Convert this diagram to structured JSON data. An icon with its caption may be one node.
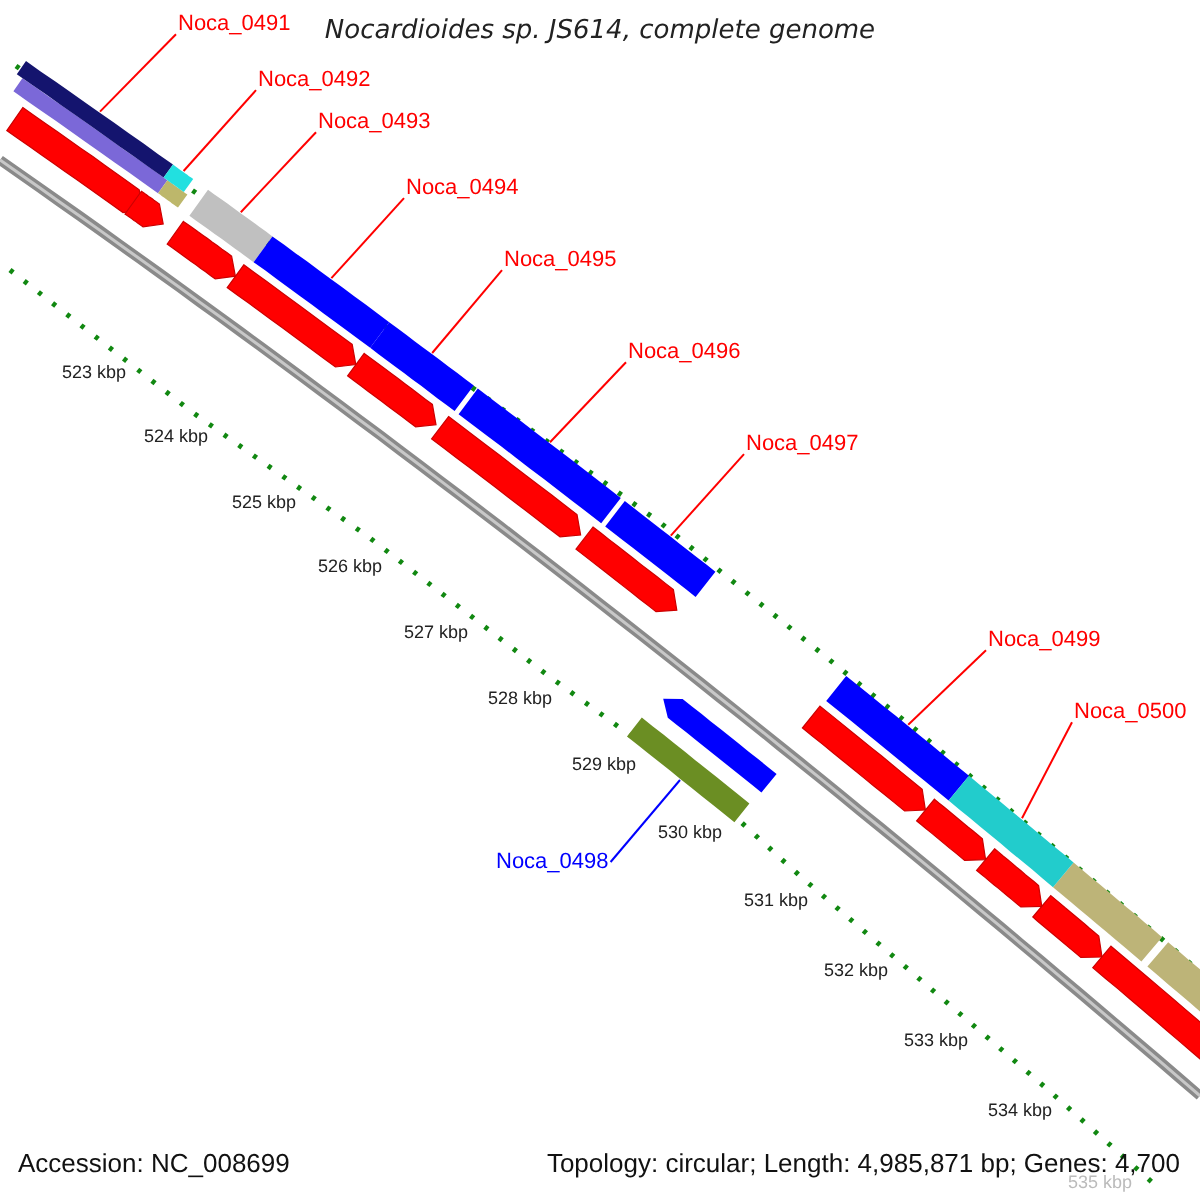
{
  "diagram": {
    "title": "Nocardioides sp. JS614, complete genome",
    "nodes": [
      {
        "text": [
          "Noca_0491"
        ]
      },
      {
        "text": [
          "Noca_0492"
        ]
      },
      {
        "text": [
          "Noca_0493"
        ]
      },
      {
        "text": [
          "Noca_0494"
        ]
      },
      {
        "text": [
          "Noca_0495"
        ]
      },
      {
        "text": [
          "Noca_0496"
        ]
      },
      {
        "text": [
          "Noca_0497"
        ]
      },
      {
        "text": [
          "Noca_0499"
        ]
      },
      {
        "text": [
          "Noca_0500"
        ]
      },
      {
        "text": [
          "Noca_0498"
        ]
      },
      {
        "text": [],
        "shape": "bar"
      },
      {
        "text": [],
        "shape": "bar"
      },
      {
        "text": [],
        "shape": "bar"
      },
      {
        "text": [],
        "shape": "bar"
      },
      {
        "text": [],
        "shape": "bar"
      },
      {
        "text": [],
        "shape": "bar"
      },
      {
        "text": [],
        "shape": "bar"
      },
      {
        "text": [],
        "shape": "bar"
      },
      {
        "text": [],
        "shape": "bar"
      },
      {
        "text": [],
        "shape": "bar"
      }
    ],
    "edges": [
      {
        "from": 0,
        "to": 10,
        "arrow": "none"
      },
      {
        "from": 1,
        "to": 11,
        "arrow": "none"
      },
      {
        "from": 2,
        "to": 12,
        "arrow": "none"
      },
      {
        "from": 3,
        "to": 13,
        "arrow": "none"
      },
      {
        "from": 4,
        "to": 14,
        "arrow": "none"
      },
      {
        "from": 5,
        "to": 15,
        "arrow": "none"
      },
      {
        "from": 6,
        "to": 16,
        "arrow": "none"
      },
      {
        "from": 7,
        "to": 18,
        "arrow": "none"
      },
      {
        "from": 8,
        "to": 19,
        "arrow": "none"
      },
      {
        "from": 9,
        "to": 17,
        "arrow": "none",
        "color": "#0000ff"
      }
    ],
    "labels": [
      "523 kbp",
      "524 kbp",
      "525 kbp",
      "526 kbp",
      "527 kbp",
      "528 kbp",
      "529 kbp",
      "530 kbp",
      "531 kbp",
      "532 kbp",
      "533 kbp",
      "534 kbp",
      "535 kbp",
      "Accession: NC_008699",
      "Topology: circular; Length: 4,985,871 bp; Genes: 4,700"
    ]
  }
}
